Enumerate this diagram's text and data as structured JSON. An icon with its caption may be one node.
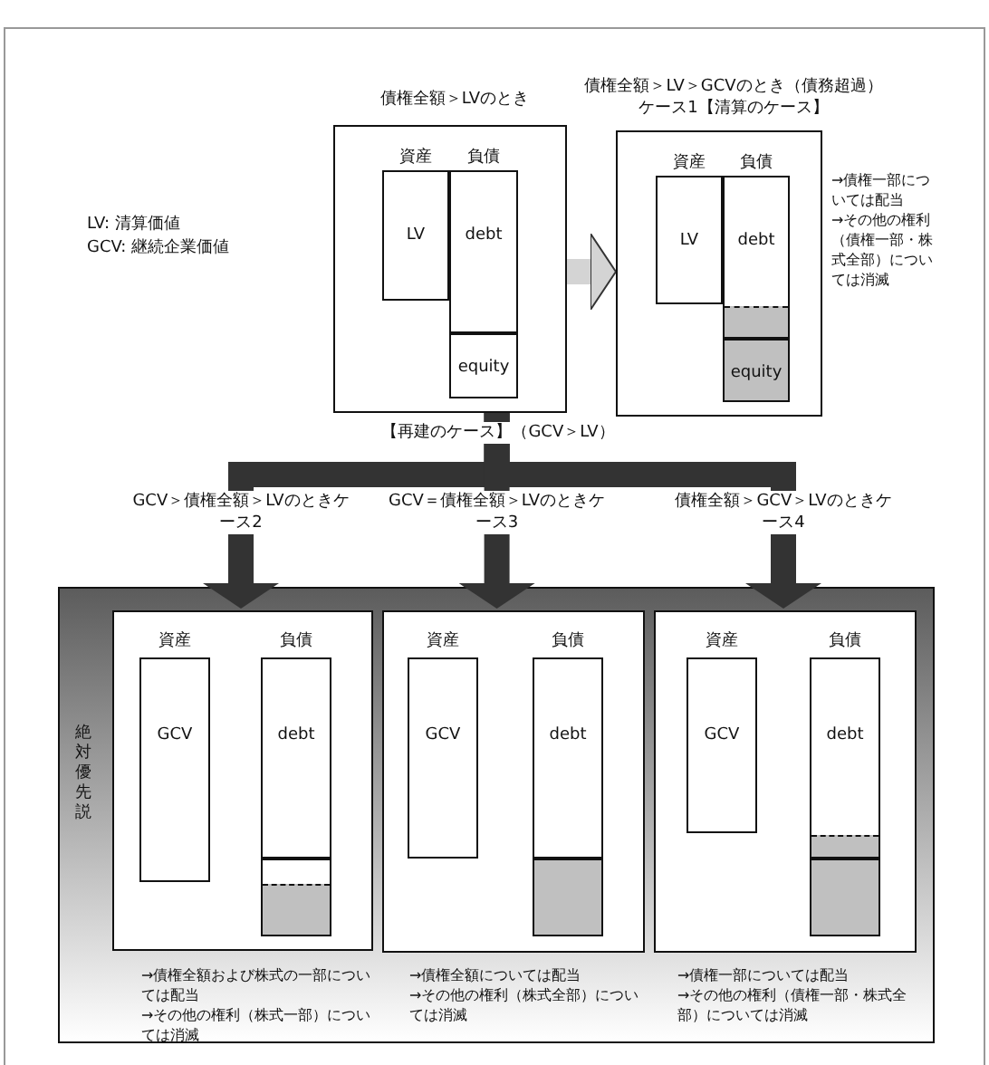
{
  "diagram": {
    "nodes": [
      {
        "text": [
          "債権全額＞LVのとき",
          "資産",
          "負債"
        ]
      },
      {
        "text": [
          "LV"
        ],
        "in": 0
      },
      {
        "text": [
          "debt"
        ],
        "in": 0
      },
      {
        "text": [
          "equity"
        ],
        "in": 0
      },
      {
        "text": [
          "債権全額＞LV＞GCVのとき（債務超過）ケース1【清算のケース】",
          "資産",
          "負債"
        ],
        "beside": [
          "→債権一部については配当",
          "→その他の権利（債権一部・株式全部）については消滅"
        ]
      },
      {
        "text": [
          "LV"
        ],
        "in": 4
      },
      {
        "text": [
          "debt"
        ],
        "in": 4
      },
      {
        "text": [
          "equity"
        ],
        "in": 4
      },
      {
        "text": [
          "絶対優先説"
        ]
      },
      {
        "text": [
          "資産",
          "負債"
        ],
        "in": 8,
        "beside": [
          "→債権全額および株式の一部については配当",
          "→その他の権利（株式一部）については消滅"
        ]
      },
      {
        "text": [
          "GCV"
        ],
        "in": 9
      },
      {
        "text": [
          "debt"
        ],
        "in": 9
      },
      {
        "text": [],
        "shape": "box",
        "in": 9
      },
      {
        "text": [
          "資産",
          "負債"
        ],
        "in": 8,
        "beside": [
          "→債権全額については配当",
          "→その他の権利（株式全部）については消滅"
        ]
      },
      {
        "text": [
          "GCV"
        ],
        "in": 13
      },
      {
        "text": [
          "debt"
        ],
        "in": 13
      },
      {
        "text": [],
        "shape": "box",
        "in": 13
      },
      {
        "text": [
          "資産",
          "負債"
        ],
        "in": 8,
        "beside": [
          "→債権一部については配当",
          "→その他の権利（債権一部・株式全部）については消滅"
        ]
      },
      {
        "text": [
          "GCV"
        ],
        "in": 17
      },
      {
        "text": [
          "debt"
        ],
        "in": 17
      },
      {
        "text": [],
        "shape": "box",
        "in": 17
      }
    ],
    "edges": [
      {
        "from": 0,
        "to": 4,
        "arrow": "to",
        "color": "#d4d4d4"
      },
      {
        "from": 0,
        "to": 9,
        "arrow": "to",
        "label": "GCV＞債権全額＞LVのときケース2"
      },
      {
        "from": 0,
        "to": 13,
        "arrow": "to",
        "label": "GCV＝債権全額＞LVのときケース3"
      },
      {
        "from": 0,
        "to": 17,
        "arrow": "to",
        "label": "債権全額＞GCV＞LVのときケース4"
      }
    ],
    "labels": [
      "LV: 清算価値",
      "GCV: 継続企業価値",
      "【再建のケース】（GCV＞LV）"
    ]
  }
}
